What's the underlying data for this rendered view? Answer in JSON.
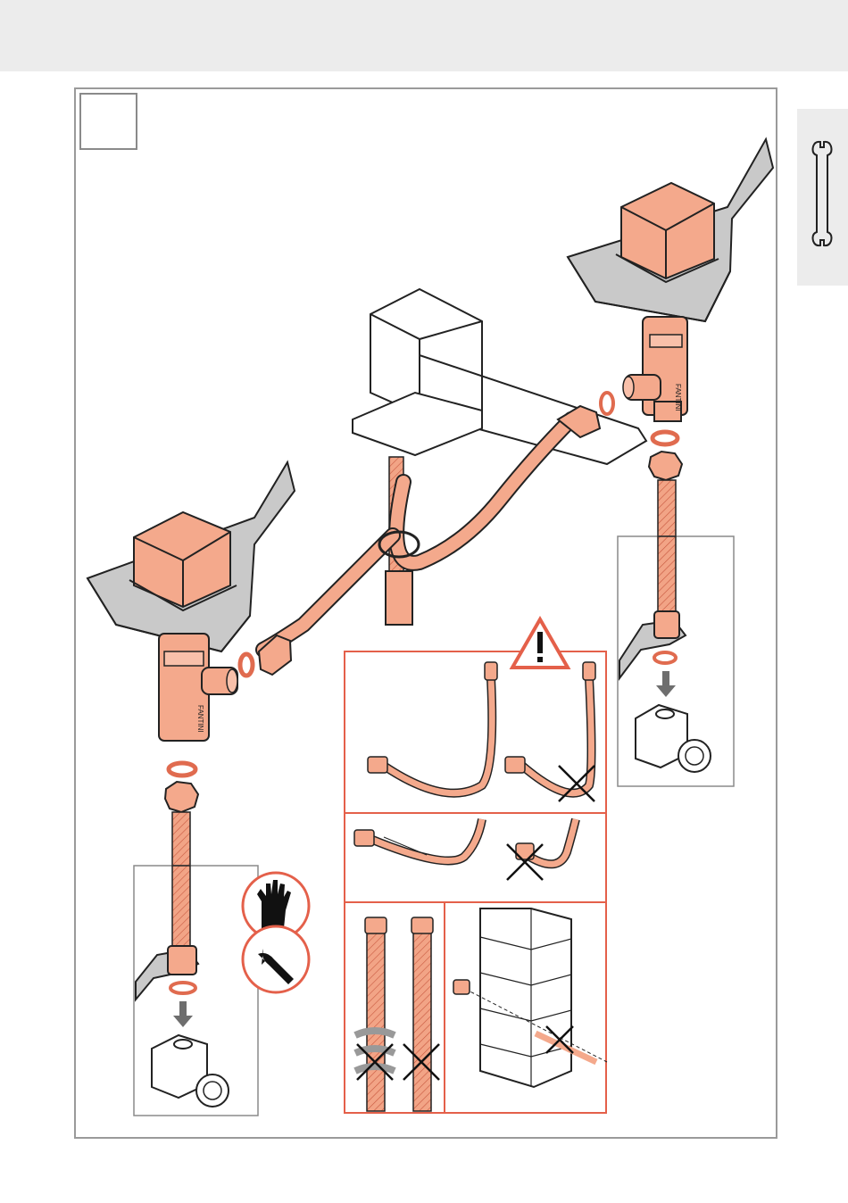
{
  "page": {
    "tool_tab_icon": "wrench-icon",
    "step_number": ""
  },
  "colors": {
    "copper": "#f2a486",
    "copper_dark": "#e06b4f",
    "grey_plate": "#c8c8c8",
    "warning_red": "#e4604a",
    "frame_grey": "#9a9a9a"
  },
  "icons": {
    "warning": "warning-triangle-icon",
    "gloves": "glove-icon",
    "wrench_badge": "wrench-badge-icon",
    "forbidden": "cross-mark-icon",
    "down_arrow": "down-arrow-icon"
  },
  "hints": {
    "warning_panel": [
      "bend-hose-ok",
      "bend-hose-too-tight",
      "hose-straight-section",
      "hose-kink",
      "hose-no-twist",
      "hose-no-through-wall"
    ],
    "brand_mark": "FANTINI"
  }
}
